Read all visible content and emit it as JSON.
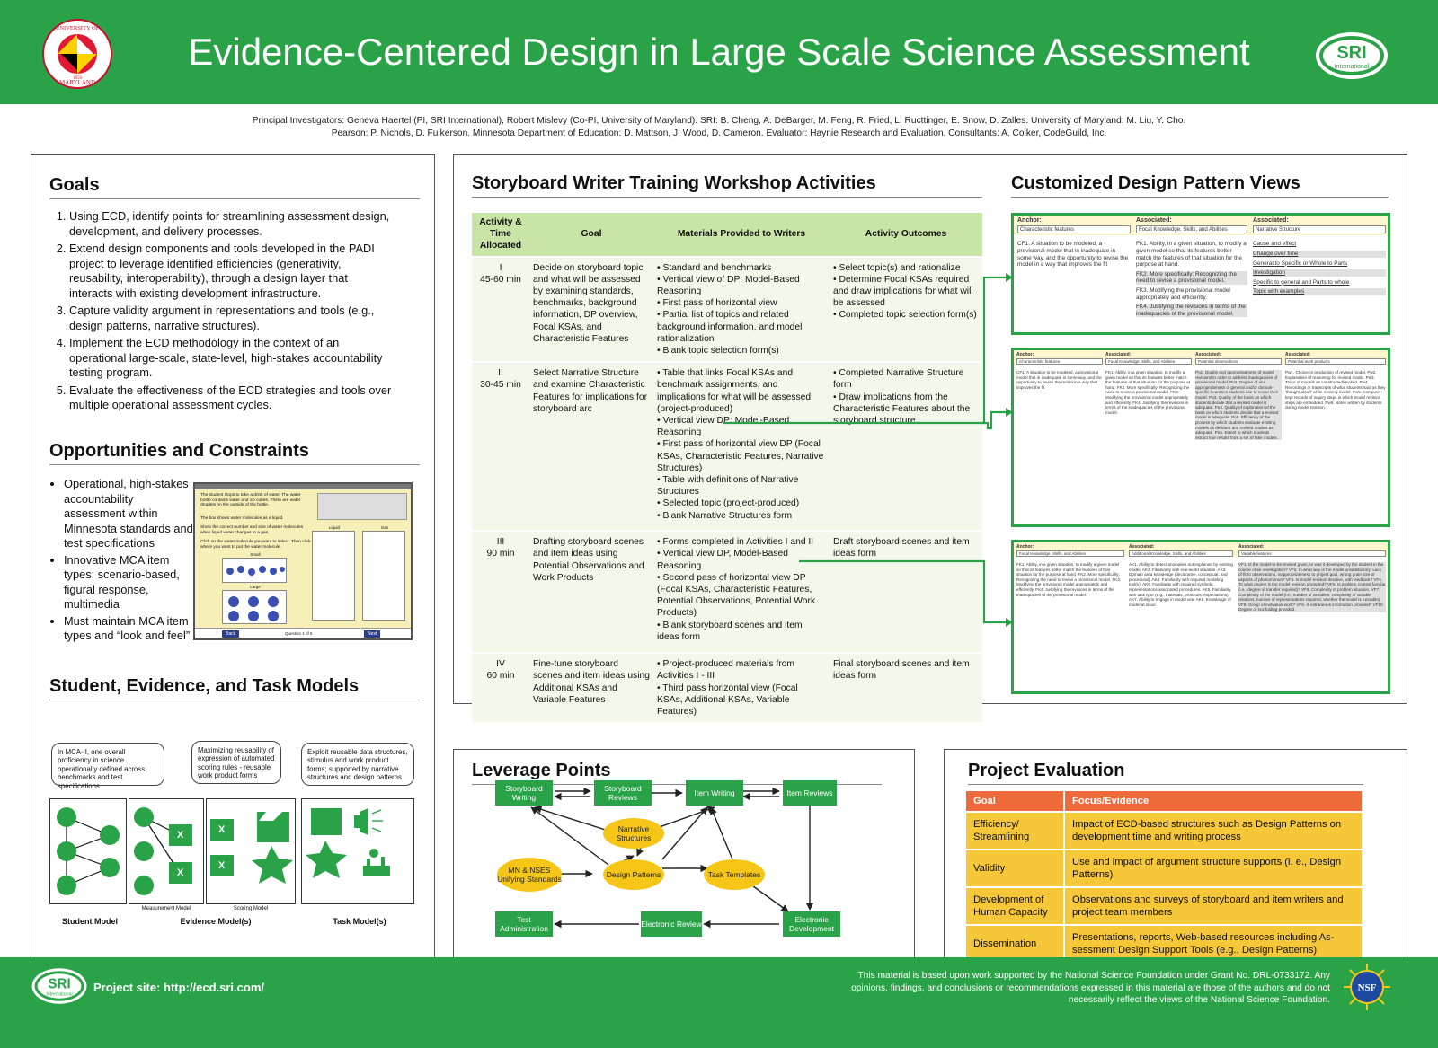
{
  "header": {
    "title": "Evidence-Centered Design in Large Scale Science Assessment",
    "umd_logo": {
      "top_text": "UNIVERSITY OF",
      "bottom_text": "MARYLAND",
      "year": "1856"
    },
    "sri_logo": {
      "text": "SRI",
      "sub": "International"
    }
  },
  "credits": {
    "line1": "Principal Investigators: Geneva Haertel (PI, SRI International), Robert Mislevy (Co-PI, University of Maryland).  SRI: B. Cheng, A. DeBarger, M. Feng, R. Fried, L. Ructtinger, E. Snow, D. Zalles.  University of Maryland:  M. Liu, Y. Cho.",
    "line2": "Pearson: P. Nichols, D. Fulkerson.  Minnesota Department of Education:  D. Mattson, J. Wood, D. Cameron.  Evaluator:  Haynie Research and Evaluation.  Consultants:  A. Colker, CodeGuild, Inc."
  },
  "goals": {
    "title": "Goals",
    "items": [
      "Using ECD, identify points for streamlining assessment design, development, and delivery processes.",
      "Extend design components and tools developed in the PADI project to leverage identified efficiencies (generativity, reusability, interoperability), through a design layer that interacts with existing development infrastructure.",
      "Capture validity argument in representations and tools (e.g., design patterns, narrative structures).",
      "Implement the ECD methodology in the context of an operational large-scale, state-level, high-stakes accountability testing program.",
      "Evaluate the effectiveness of the ECD strategies and tools over multiple operational assessment cycles."
    ]
  },
  "opportunities": {
    "title": "Opportunities and Constraints",
    "items": [
      "Operational, high-stakes accountability assessment within Minnesota standards and test specifications",
      "Innovative MCA item types: scenario-based, figural response, multimedia",
      "Must maintain MCA item types and “look and feel”"
    ],
    "screenshot": {
      "prompt": "The student stops to take a drink of water. The water bottle contains water and ice cubes. There are water droplets on the outside of the bottle.",
      "instr1": "The box shows water molecules as a liquid.",
      "instr2": "Show the correct number and size of water molecules when liquid water changes to a gas.",
      "instr3": "Click on the water molecule you want to select. Then click where you want to put the water molecule.",
      "small": "Small",
      "large": "Large",
      "liquid": "Liquid",
      "gas": "Gas",
      "back": "Back",
      "next": "Next",
      "question": "Question 1 of 6"
    }
  },
  "models": {
    "title": "Student, Evidence, and Task Models",
    "callout1": "In MCA-II, one overall proficiency in science operationally defined across benchmarks and test specifications",
    "callout2": "Maximizing reusability of expression of automated scoring rules - reusable work product forms",
    "callout3": "Exploit reusable data structures, stimulus and work product forms; supported by narrative structures and design patterns",
    "x_mark": "X",
    "label_student": "Student Model",
    "label_evidence": "Evidence Model(s)",
    "label_task": "Task Model(s)",
    "label_measurement": "Measurement Model",
    "label_scoring": "Scoring Model"
  },
  "workshop": {
    "title": "Storyboard Writer Training Workshop Activities",
    "headers": [
      "Activity & Time Allocated",
      "Goal",
      "Materials Provided to Writers",
      "Activity Outcomes"
    ],
    "rows": [
      {
        "activity": "I",
        "time": "45-60 min",
        "goal": "Decide on storyboard topic and what will be assessed by examining standards, benchmarks, background information, DP overview, Focal KSAs, and Characteristic Features",
        "materials": [
          "Standard and benchmarks",
          "Vertical view of DP: Model-Based Reasoning",
          "First pass of horizontal view",
          "Partial list of topics and related background information, and model rationalization",
          "Blank topic selection form(s)"
        ],
        "outcomes": [
          "Select topic(s) and rationalize",
          "Determine Focal KSAs required and draw implications for what will be assessed",
          "Completed topic selection form(s)"
        ]
      },
      {
        "activity": "II",
        "time": "30-45 min",
        "goal": "Select Narrative Structure and examine Characteristic Features for implications for storyboard arc",
        "materials": [
          "Table that links Focal KSAs and benchmark assignments, and implications for what will be assessed (project-produced)",
          "Vertical view DP: Model-Based Reasoning",
          "First pass of horizontal view DP (Focal KSAs, Characteristic Features, Narrative Structures)",
          "Table with definitions of Narrative Structures",
          "Selected topic (project-produced)",
          "Blank Narrative Structures form"
        ],
        "outcomes": [
          "Completed Narrative Structure form",
          "Draw implications from the Characteristic Features about the storyboard structure"
        ]
      },
      {
        "activity": "III",
        "time": "90 min",
        "goal": "Drafting storyboard scenes and item ideas using Potential Observations and Work Products",
        "materials": [
          "Forms completed in Activities I and II",
          "Vertical view DP, Model-Based Reasoning",
          "Second pass of horizontal view DP (Focal KSAs, Characteristic Features, Potential Observations, Potential Work Products)",
          "Blank storyboard scenes and item ideas form"
        ],
        "outcomes_text": "Draft storyboard scenes and item ideas form"
      },
      {
        "activity": "IV",
        "time": "60 min",
        "goal": "Fine-tune storyboard scenes and item ideas using Additional KSAs and Variable Features",
        "materials": [
          "Project-produced materials from Activities  I - III",
          "Third pass horizontal view (Focal KSAs, Additional KSAs, Variable Features)"
        ],
        "outcomes_text": "Final storyboard scenes and item ideas form"
      }
    ]
  },
  "dpv": {
    "title": "Customized Design Pattern Views",
    "view1": {
      "anchor_label": "Anchor:",
      "anchor_val": "Characteristic features",
      "assoc1_label": "Associated:",
      "assoc1_val": "Focal Knowledge, Skills, and Abilities",
      "assoc2_label": "Associated:",
      "assoc2_val": "Narrative Structure",
      "cf1": "CF1. A situation to be modeled, a provisional model that in inadequate in some way, and the opportunity to revise the model in a way that improves the fit",
      "fk1": "FK1. Ability, in a given situation, to modify a given model so that its features better match the features of that situation for the purpose at hand.",
      "fk2": "FK2. More specifically: Recognizing the need to revise a provisional model.",
      "fk3": "FK3. Modifying the provisional model appropriately and efficiently.",
      "fk4": "FK4. Justifying the revisions in terms of the inadequacies of the provisional model.",
      "ns": [
        "Cause and effect",
        "Change over time",
        "General to Specific or Whole to Parts",
        "Investigation",
        "Specific to general and Parts to whole",
        "Topic with examples"
      ]
    },
    "view2": {
      "anchor_label": "Anchor:",
      "anchor_val": "Characteristic features",
      "a1": "Focal Knowledge, Skills, and Abilities",
      "a2": "Potential observations",
      "a3": "Potential work products",
      "cf1": "CF1. A situation to be modeled, a provisional model that in inadequate in some way, and the opportunity to revise the model in a way that improves the fit",
      "fk": "FK1. Ability, in a given situation, to modify a given model so that its features better match the features of that situation for the purpose at hand. FK2. More specifically: Recognizing the need to revise a provisional model. FK3. Modifying the provisional model appropriately and efficiently. FK4. Justifying the revisions in terms of the inadequacies of the provisional model.",
      "po": "Po1. Quality and appropriateness of model revisions in order to address inadequacies of provisional model. Po2. Degree of and appropriateness of general and/or domain-specific heuristics students use to revise their model. Po3. Quality of the basis on which students decide that a revised model is adequate. Po4. Quality of explanation of the basis on which students decide that a revised model is adequate. Po5. Efficiency of the process by which students evaluate existing models as deficient and revised models as adequate. Po6. Extent to which students extract true results from a set of fake models.",
      "pw": "Pw1. Choice or production of revised model. Pw2. Explanation of reasoning for revised model. Pw3. Trace of models as constructed/revised. Pw4. Recordings or transcripts of what students said as they 'thought aloud' while revising model. Pw5. Computer-kept records of inquiry steps in which model revision steps are embedded. Pw6. Notes written by students during model revision."
    },
    "view3": {
      "anchor_label": "Anchor:",
      "anchor_val": "Focal Knowledge, Skills, and Abilities",
      "a1": "Additional Knowledge, Skills, and Abilities",
      "a2": "Variable features",
      "fk": "FK1. Ability, in a given situation, to modify a given model so that its features better match the features of that situation for the purpose at hand. FK2. More specifically: Recognizing the need to revise a provisional model. FK3. Modifying the provisional model appropriately and efficiently. FK4. Justifying the revisions in terms of the inadequacies of the provisional model.",
      "ak": "AK1. Ability to detect anomalies not explained by existing model. AK2. Familiarity with real-world situation. AK3. Domain area knowledge (declarative, conceptual, and procedural). AK4. Familiarity with required modeling tool(s). AK5. Familiarity with required symbolic representations associated procedures. AK6. Familiarity with task type (e.g., materials, protocols, expectations). AK7. Ability to engage in model use. AK8. Knowledge of model at issue.",
      "vf": "VF1. Is the model-to-be-revised given, or was it developed by the student in the course of an investigation? VF2. In what way is the model unsatisfactory: Lack of fit to observations, inappropriateness to project goal, wrong grain size or aspects of phenomenon? VF3. Is model-revision iterative, with feedback? VF4. To what degree is the model revision prompted? VF5. Is problem context familiar (i.e., degree of transfer required)? VF6. Complexity of problem situation. VF7. Complexity of the model (i.e., number of variables, complexity of variable relations, number of representations required, whether the model is runnable). VF8. Group or individual work? VF9. Is extraneous information provided? VF10. Degree of scaffolding provided."
    }
  },
  "leverage": {
    "title": "Leverage Points",
    "nodes": {
      "storyboard_writing": "Storyboard Writing",
      "storyboard_reviews": "Storyboard Reviews",
      "item_writing": "Item Writing",
      "item_reviews": "Item Reviews",
      "narrative_structures": "Narrative Structures",
      "mn_nses": "MN & NSES Unifying Standards",
      "design_patterns": "Design Patterns",
      "task_templates": "Task Templates",
      "test_administration": "Test Administration",
      "electronic_review": "Electronic Review",
      "electronic_development": "Electronic Development"
    }
  },
  "evaluation": {
    "title": "Project Evaluation",
    "headers": [
      "Goal",
      "Focus/Evidence"
    ],
    "rows": [
      {
        "goal": "Efficiency/ Streamlining",
        "focus": "Impact of ECD-based structures such as Design Patterns on development time and writing process"
      },
      {
        "goal": "Validity",
        "focus": "Use and impact of argument structure supports (i. e., Design Patterns)"
      },
      {
        "goal": "Development of Human Capacity",
        "focus": "Observations and surveys of storyboard and item writers and project team members"
      },
      {
        "goal": "Dissemination",
        "focus": "Presentations, reports, Web-based resources including As-sessment Design Support Tools (e.g., Design Patterns)"
      }
    ]
  },
  "footer": {
    "site": "Project site: http://ecd.sri.com/",
    "note": "This material is based upon work supported by the National Science Foundation under Grant No. DRL-0733172. Any opinions, findings, and conclusions or recommendations expressed in this material are those of the authors and do not necessarily reflect the views of the National Science Foundation.",
    "nsf": "NSF"
  },
  "colors": {
    "green": "#2aa348",
    "yellow": "#f5c518",
    "orange": "#ee6a3a",
    "table_header": "#c8e4a6"
  }
}
